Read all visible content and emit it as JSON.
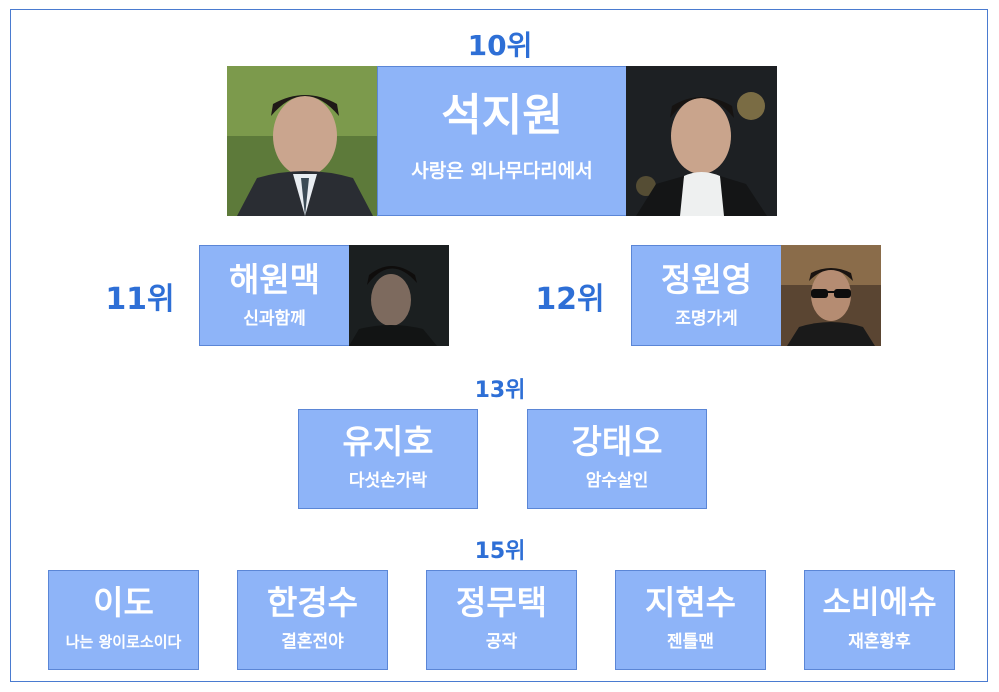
{
  "tiers": {
    "r10": {
      "rank": "10위",
      "entries": [
        {
          "name": "석지원",
          "drama": "사랑은 외나무다리에서"
        }
      ]
    },
    "r11": {
      "rank": "11위",
      "entries": [
        {
          "name": "해원맥",
          "drama": "신과함께"
        }
      ]
    },
    "r12": {
      "rank": "12위",
      "entries": [
        {
          "name": "정원영",
          "drama": "조명가게"
        }
      ]
    },
    "r13": {
      "rank": "13위",
      "entries": [
        {
          "name": "유지호",
          "drama": "다섯손가락"
        },
        {
          "name": "강태오",
          "drama": "암수살인"
        }
      ]
    },
    "r15": {
      "rank": "15위",
      "entries": [
        {
          "name": "이도",
          "drama": "나는 왕이로소이다"
        },
        {
          "name": "한경수",
          "drama": "결혼전야"
        },
        {
          "name": "정무택",
          "drama": "공작"
        },
        {
          "name": "지현수",
          "drama": "젠틀맨"
        },
        {
          "name": "소비에슈",
          "drama": "재혼황후"
        }
      ]
    }
  },
  "colors": {
    "rank_text": "#2e6fd6",
    "card_fill": "#8eb4f8",
    "card_border": "#5b86d6",
    "card_text": "#ffffff",
    "frame_border": "#4a7bd0"
  }
}
